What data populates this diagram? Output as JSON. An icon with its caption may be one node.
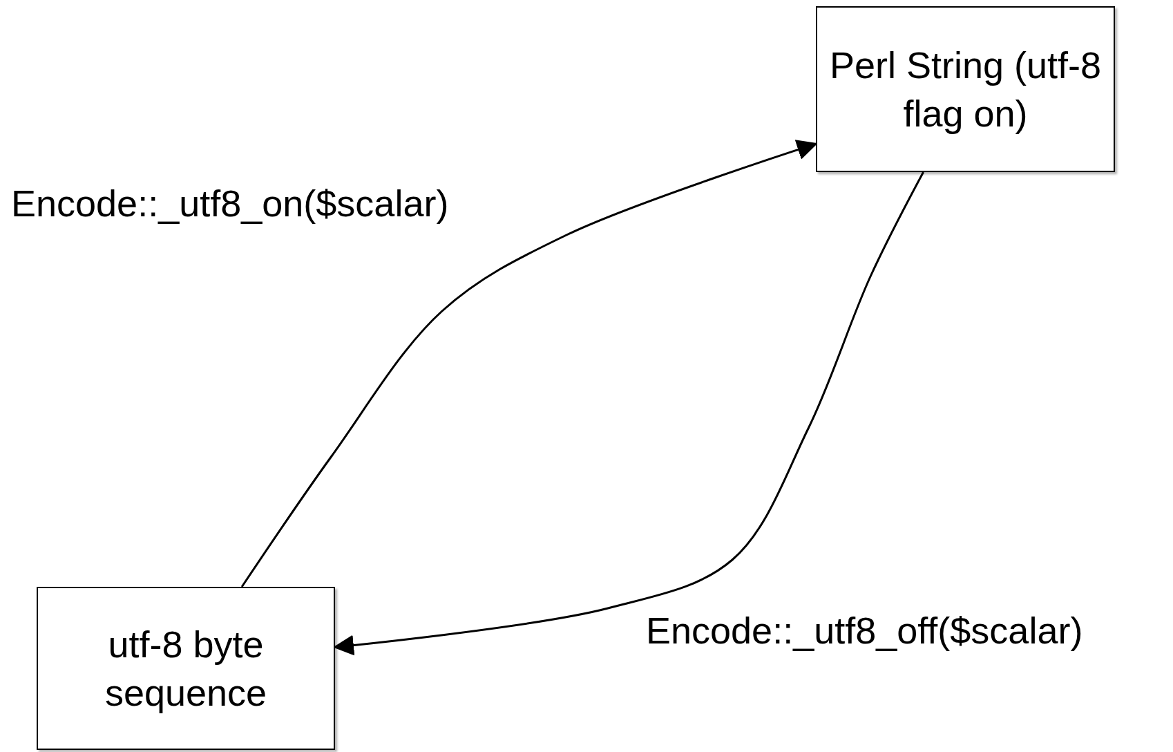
{
  "diagram": {
    "nodes": [
      {
        "text": [
          "Perl String (utf-8 flag on)"
        ]
      },
      {
        "text": [
          "utf-8 byte sequence"
        ]
      }
    ],
    "edges": [
      {
        "from": 1,
        "to": 0,
        "arrow": "to",
        "label": "Encode::_utf8_on($scalar)"
      },
      {
        "from": 0,
        "to": 1,
        "arrow": "to",
        "label": "Encode::_utf8_off($scalar)"
      }
    ]
  }
}
